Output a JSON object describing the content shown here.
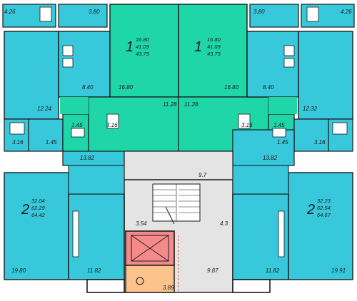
{
  "colors": {
    "blue": "#38c8dc",
    "green": "#1fd6a8",
    "core": "#e4e4e4",
    "elevator": "#f58a8a",
    "machine": "#fcc38c"
  },
  "units": {
    "top_left": {
      "rooms": "1",
      "living": "16.80",
      "usable": "41.09",
      "total": "43.75"
    },
    "top_right": {
      "rooms": "1",
      "living": "16.80",
      "usable": "41.09",
      "total": "43.75"
    },
    "bottom_left": {
      "rooms": "2",
      "living": "32.04",
      "usable": "62.29",
      "total": "64.42"
    },
    "bottom_right": {
      "rooms": "2",
      "living": "32.23",
      "usable": "62.54",
      "total": "64.67"
    }
  },
  "areas": {
    "a_4_26": "4.26",
    "a_3_80_l": "3.80",
    "a_3_80_r": "3.80",
    "a_4_26_r": "4.26",
    "a_8_40_l": "8.40",
    "a_16_80_l": "16.80",
    "a_16_80_r": "16.80",
    "a_8_40_r": "8.40",
    "a_12_24": "12.24",
    "a_11_28_l": "11.28",
    "a_11_28_r": "11.28",
    "a_12_32": "12.32",
    "a_1_45_l": "1.45",
    "a_3_16_l": "3.16",
    "a_3_16_r": "3.16",
    "a_1_45_r": "1.45",
    "a_3_16_ll": "3.16",
    "a_1_45_ll": "1.45",
    "a_1_45_rr": "1.45",
    "a_3_16_rr": "3.16",
    "a_13_82_l": "13.82",
    "a_13_82_r": "13.82",
    "a_9_7": "9.7",
    "a_3_54": "3.54",
    "a_4_3": "4.3",
    "a_19_80": "19.80",
    "a_11_82_l": "11.82",
    "a_9_87": "9.87",
    "a_11_82_r": "11.82",
    "a_19_91": "19.91",
    "a_3_89": "3.89"
  }
}
